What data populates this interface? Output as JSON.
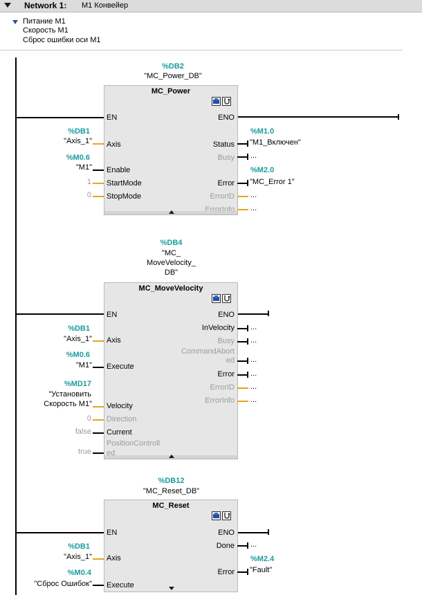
{
  "network": {
    "title": "Network 1:",
    "name": "M1 Конвейер"
  },
  "comments": [
    "Питание M1",
    "Скорость M1",
    "Сброс ошибки оси M1"
  ],
  "blocks": {
    "power": {
      "db_addr": "%DB2",
      "db_name": "\"MC_Power_DB\"",
      "title": "MC_Power",
      "en": "EN",
      "eno": "ENO",
      "inputs": {
        "axis": "Axis",
        "enable": "Enable",
        "startmode": "StartMode",
        "stopmode": "StopMode"
      },
      "outputs": {
        "status": "Status",
        "busy": "Busy",
        "error": "Error",
        "errorid": "ErrorID",
        "errorinfo": "ErrorInfo"
      },
      "operands": {
        "axis_addr": "%DB1",
        "axis_name": "\"Axis_1\"",
        "enable_addr": "%M0.6",
        "enable_name": "\"M1\"",
        "startmode_val": "1",
        "stopmode_val": "0",
        "status_addr": "%M1.0",
        "status_name": "\"M1_Включен\"",
        "busy_val": "...",
        "error_addr": "%M2.0",
        "error_name": "\"MC_Error 1\"",
        "errorid_val": "...",
        "errorinfo_val": "..."
      }
    },
    "velocity": {
      "db_addr": "%DB4",
      "db_name_1": "\"MC_",
      "db_name_2": "MoveVelocity_",
      "db_name_3": "DB\"",
      "title": "MC_MoveVelocity",
      "en": "EN",
      "eno": "ENO",
      "inputs": {
        "axis": "Axis",
        "execute": "Execute",
        "velocity": "Velocity",
        "direction": "Direction",
        "current": "Current",
        "posctrl_1": "PositionControll",
        "posctrl_2": "ed"
      },
      "outputs": {
        "invelocity": "InVelocity",
        "busy": "Busy",
        "cmdabort_1": "CommandAbort",
        "cmdabort_2": "ed",
        "error": "Error",
        "errorid": "ErrorID",
        "errorinfo": "ErrorInfo"
      },
      "operands": {
        "axis_addr": "%DB1",
        "axis_name": "\"Axis_1\"",
        "execute_addr": "%M0.6",
        "execute_name": "\"M1\"",
        "velocity_addr": "%MD17",
        "velocity_name_1": "\"Установить",
        "velocity_name_2": "Скорость M1\"",
        "direction_val": "0",
        "current_val": "false",
        "posctrl_val": "true",
        "invelocity_val": "...",
        "busy_val": "...",
        "cmdabort_val": "...",
        "error_val": "...",
        "errorid_val": "...",
        "errorinfo_val": "..."
      }
    },
    "reset": {
      "db_addr": "%DB12",
      "db_name": "\"MC_Reset_DB\"",
      "title": "MC_Reset",
      "en": "EN",
      "eno": "ENO",
      "inputs": {
        "axis": "Axis",
        "execute": "Execute"
      },
      "outputs": {
        "done": "Done",
        "error": "Error"
      },
      "operands": {
        "axis_addr": "%DB1",
        "axis_name": "\"Axis_1\"",
        "execute_addr": "%M0.4",
        "execute_name": "\"Сброс Ошибок\"",
        "done_val": "...",
        "error_addr": "%M2.4",
        "error_name": "\"Fault\""
      }
    }
  }
}
